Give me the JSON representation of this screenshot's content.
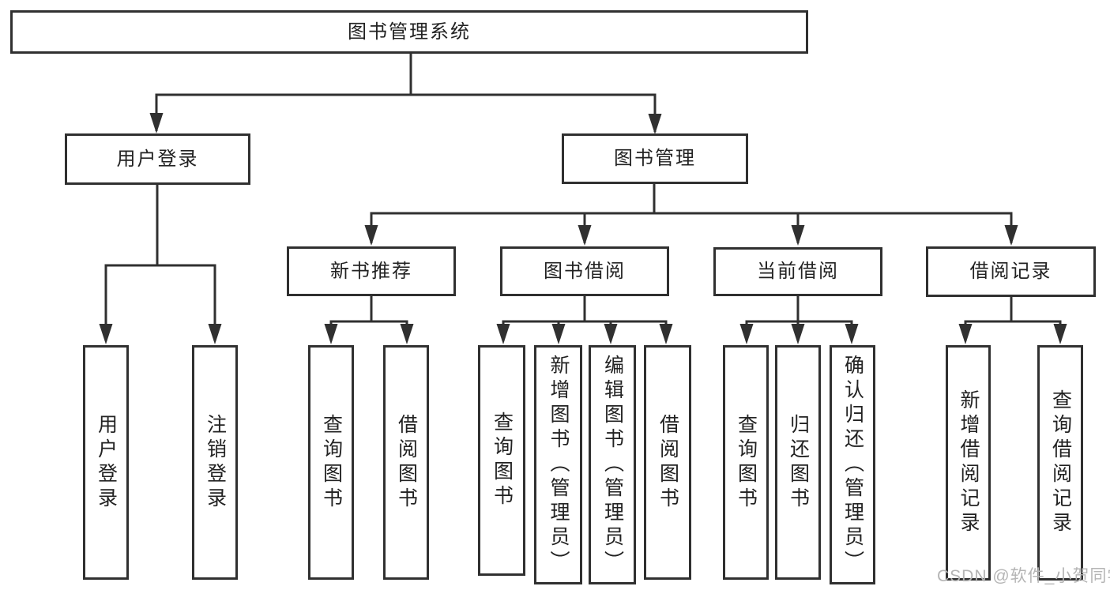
{
  "tree": {
    "label": "图书管理系统",
    "children": [
      {
        "label": "用户登录",
        "children": [
          {
            "label": "用户登录"
          },
          {
            "label": "注销登录"
          }
        ]
      },
      {
        "label": "图书管理",
        "children": [
          {
            "label": "新书推荐",
            "children": [
              {
                "label": "查询图书"
              },
              {
                "label": "借阅图书"
              }
            ]
          },
          {
            "label": "图书借阅",
            "children": [
              {
                "label": "查询图书"
              },
              {
                "label": "新增图书（管理员）"
              },
              {
                "label": "编辑图书（管理员）"
              },
              {
                "label": "借阅图书"
              }
            ]
          },
          {
            "label": "当前借阅",
            "children": [
              {
                "label": "查询图书"
              },
              {
                "label": "归还图书"
              },
              {
                "label": "确认归还（管理员）"
              }
            ]
          },
          {
            "label": "借阅记录",
            "children": [
              {
                "label": "新增借阅记录"
              },
              {
                "label": "查询借阅记录"
              }
            ]
          }
        ]
      }
    ]
  },
  "watermark": "CSDN @软件_小贺同学",
  "colors": {
    "line": "#303030",
    "text": "#222222",
    "background": "#ffffff",
    "watermark": "#b5b5b5"
  }
}
